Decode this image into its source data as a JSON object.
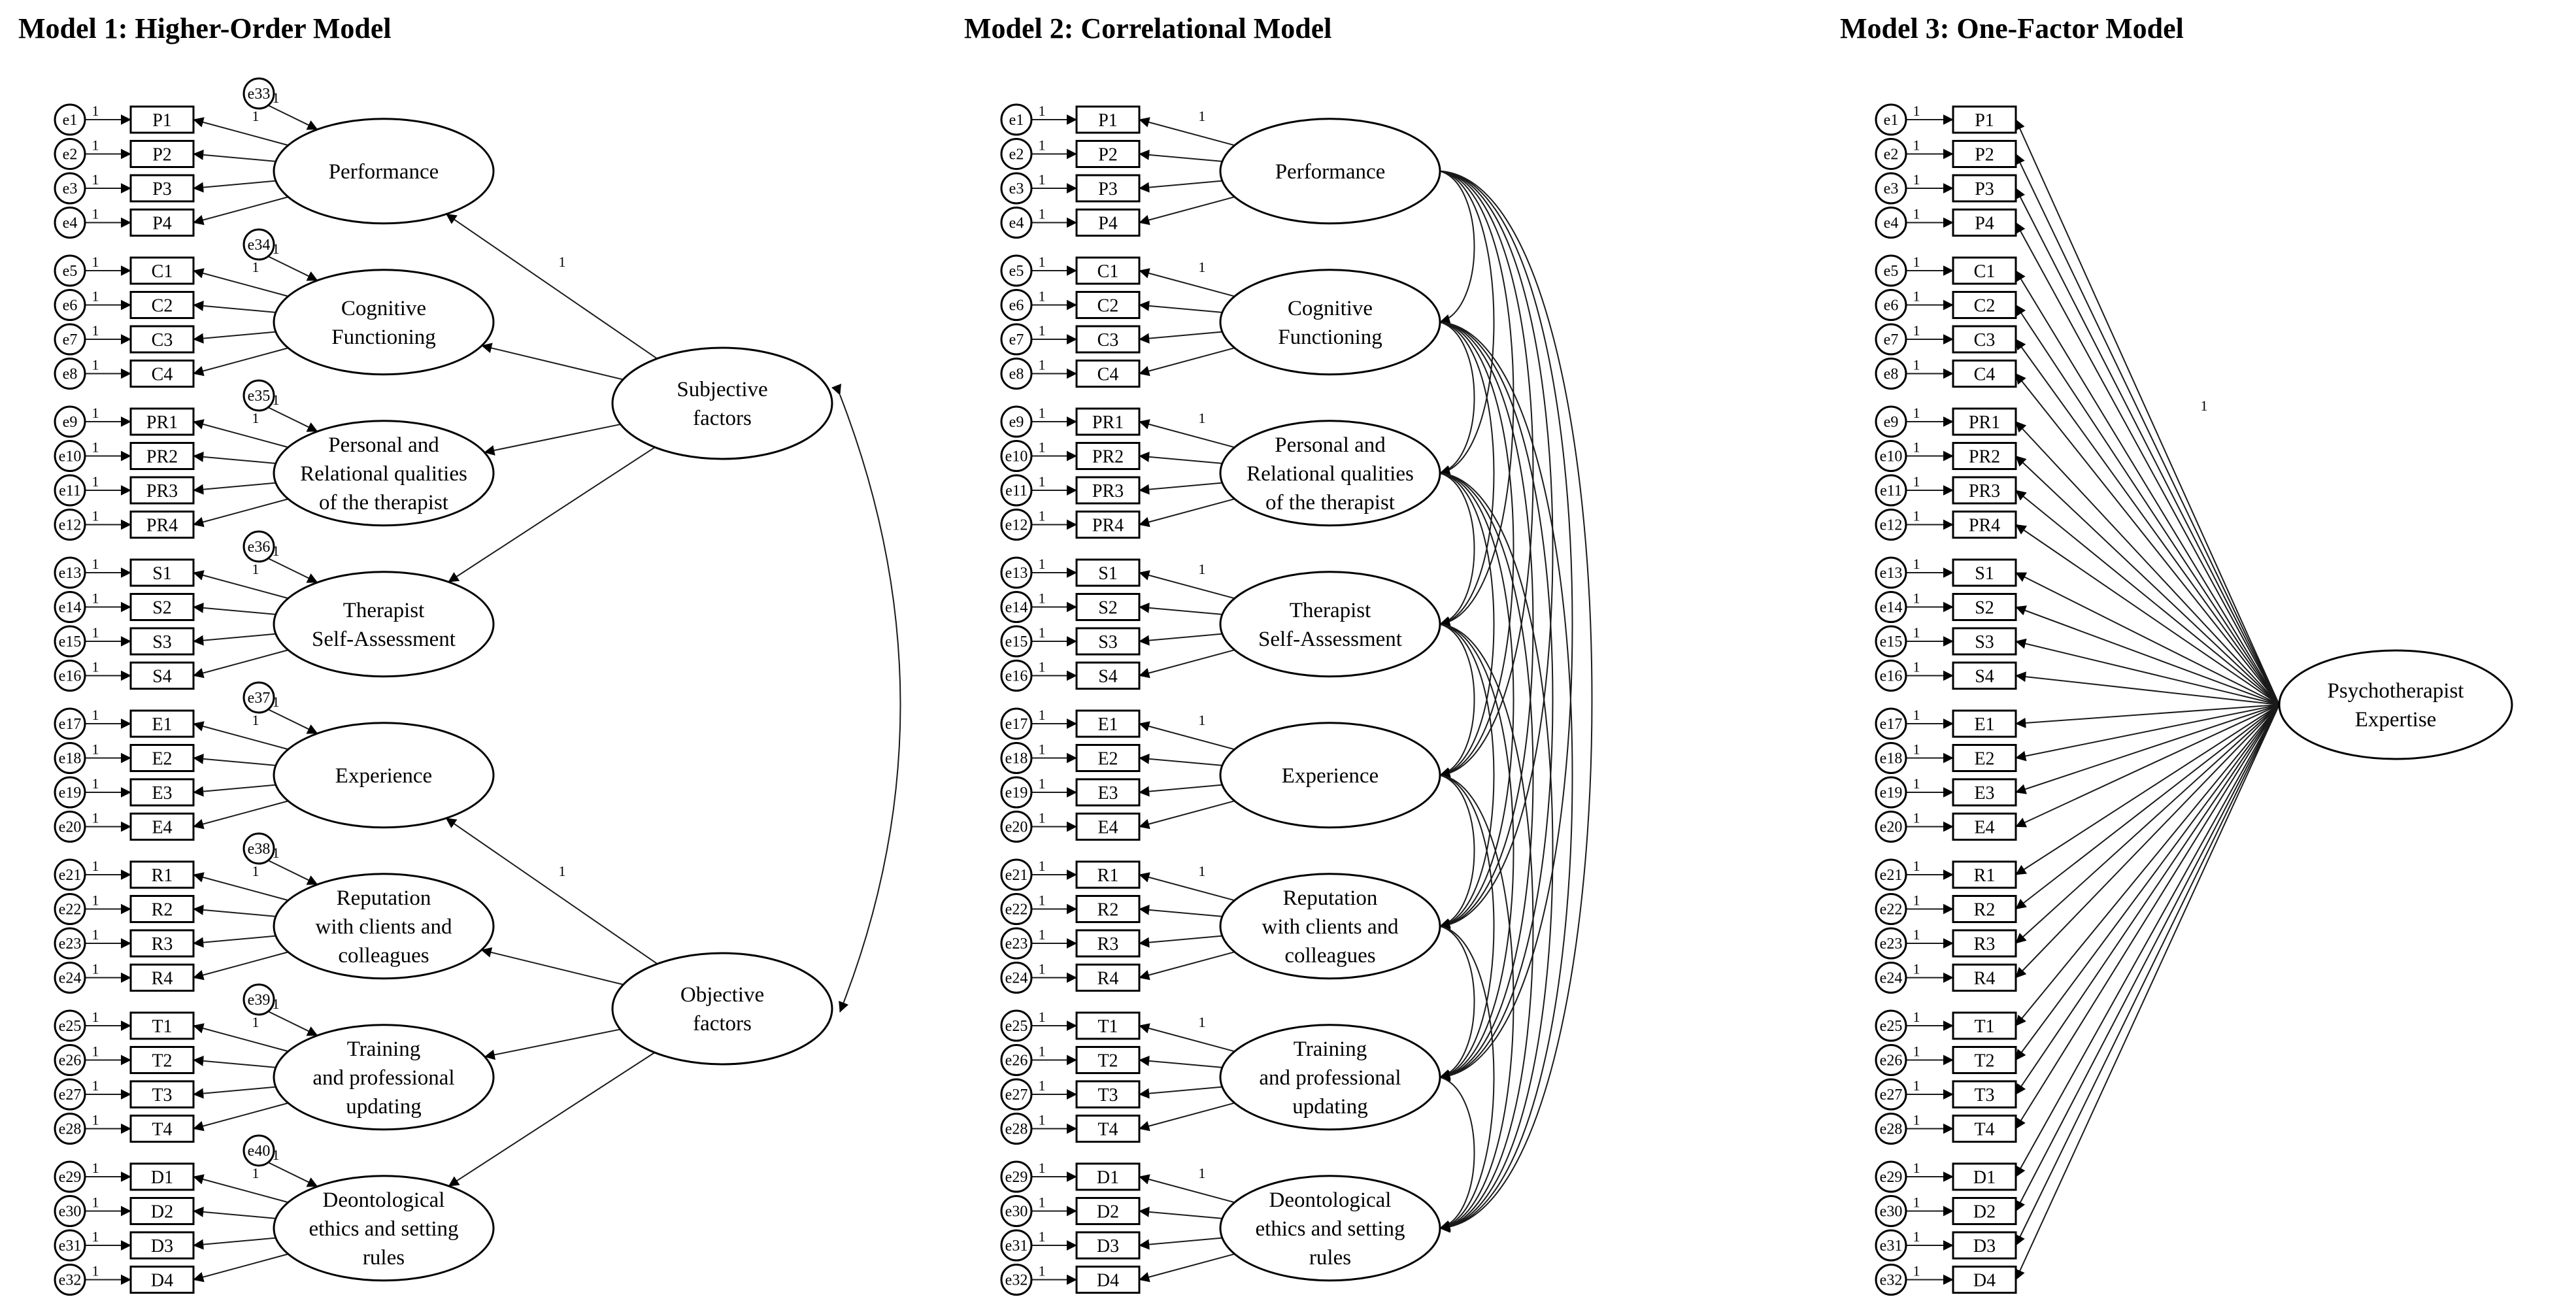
{
  "models": [
    {
      "title": "Model 1: Higher-Order Model"
    },
    {
      "title": "Model 2: Correlational Model"
    },
    {
      "title": "Model 3: One-Factor Model"
    }
  ],
  "factors": [
    {
      "lines": [
        "Performance"
      ],
      "indicators": [
        "P1",
        "P2",
        "P3",
        "P4"
      ],
      "disturbance": "e33"
    },
    {
      "lines": [
        "Cognitive",
        "Functioning"
      ],
      "indicators": [
        "C1",
        "C2",
        "C3",
        "C4"
      ],
      "disturbance": "e34"
    },
    {
      "lines": [
        "Personal and",
        "Relational qualities",
        "of the therapist"
      ],
      "indicators": [
        "PR1",
        "PR2",
        "PR3",
        "PR4"
      ],
      "disturbance": "e35"
    },
    {
      "lines": [
        "Therapist",
        "Self-Assessment"
      ],
      "indicators": [
        "S1",
        "S2",
        "S3",
        "S4"
      ],
      "disturbance": "e36"
    },
    {
      "lines": [
        "Experience"
      ],
      "indicators": [
        "E1",
        "E2",
        "E3",
        "E4"
      ],
      "disturbance": "e37"
    },
    {
      "lines": [
        "Reputation",
        "with clients and",
        "colleagues"
      ],
      "indicators": [
        "R1",
        "R2",
        "R3",
        "R4"
      ],
      "disturbance": "e38"
    },
    {
      "lines": [
        "Training",
        "and professional",
        "updating"
      ],
      "indicators": [
        "T1",
        "T2",
        "T3",
        "T4"
      ],
      "disturbance": "e39"
    },
    {
      "lines": [
        "Deontological",
        "ethics and setting",
        "rules"
      ],
      "indicators": [
        "D1",
        "D2",
        "D3",
        "D4"
      ],
      "disturbance": "e40"
    }
  ],
  "errors": [
    "e1",
    "e2",
    "e3",
    "e4",
    "e5",
    "e6",
    "e7",
    "e8",
    "e9",
    "e10",
    "e11",
    "e12",
    "e13",
    "e14",
    "e15",
    "e16",
    "e17",
    "e18",
    "e19",
    "e20",
    "e21",
    "e22",
    "e23",
    "e24",
    "e25",
    "e26",
    "e27",
    "e28",
    "e29",
    "e30",
    "e31",
    "e32"
  ],
  "second_order": [
    {
      "lines": [
        "Subjective",
        "factors"
      ]
    },
    {
      "lines": [
        "Objective",
        "factors"
      ]
    }
  ],
  "single_factor": {
    "lines": [
      "Psychotherapist",
      "Expertise"
    ]
  },
  "fixed_loading_label": "1"
}
